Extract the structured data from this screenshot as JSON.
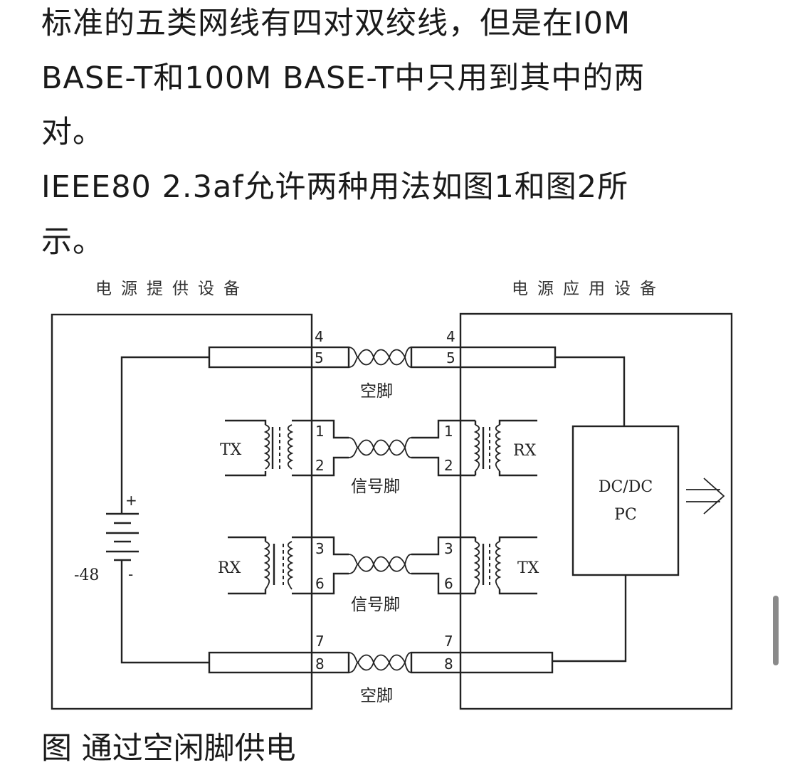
{
  "article": {
    "paragraph1": {
      "line1": "标准的五类网线有四对双绞线，但是在I0M",
      "line2": "BASE-T和100M BASE-T中只用到其中的两",
      "line3": "对。"
    },
    "paragraph2": {
      "line1": "IEEE80 2.3af允许两种用法如图1和图2所",
      "line2": "示。"
    },
    "caption": "图 通过空闲脚供电"
  },
  "diagram": {
    "left_box_title": "电源提供设备",
    "right_box_title": "电源应用设备",
    "pairs": [
      {
        "pins": [
          "4",
          "5"
        ],
        "label": "空脚"
      },
      {
        "pins": [
          "1",
          "2"
        ],
        "label": "信号脚"
      },
      {
        "pins": [
          "3",
          "6"
        ],
        "label": "信号脚"
      },
      {
        "pins": [
          "7",
          "8"
        ],
        "label": "空脚"
      }
    ],
    "left_transformers": [
      "TX",
      "RX"
    ],
    "right_transformers": [
      "RX",
      "TX"
    ],
    "battery": {
      "plus": "+",
      "minus": "-",
      "voltage": "-48"
    },
    "converter": {
      "line1": "DC/DC",
      "line2": "PC"
    }
  },
  "ui": {
    "scrollbar_icon": "vertical-scrollbar"
  }
}
